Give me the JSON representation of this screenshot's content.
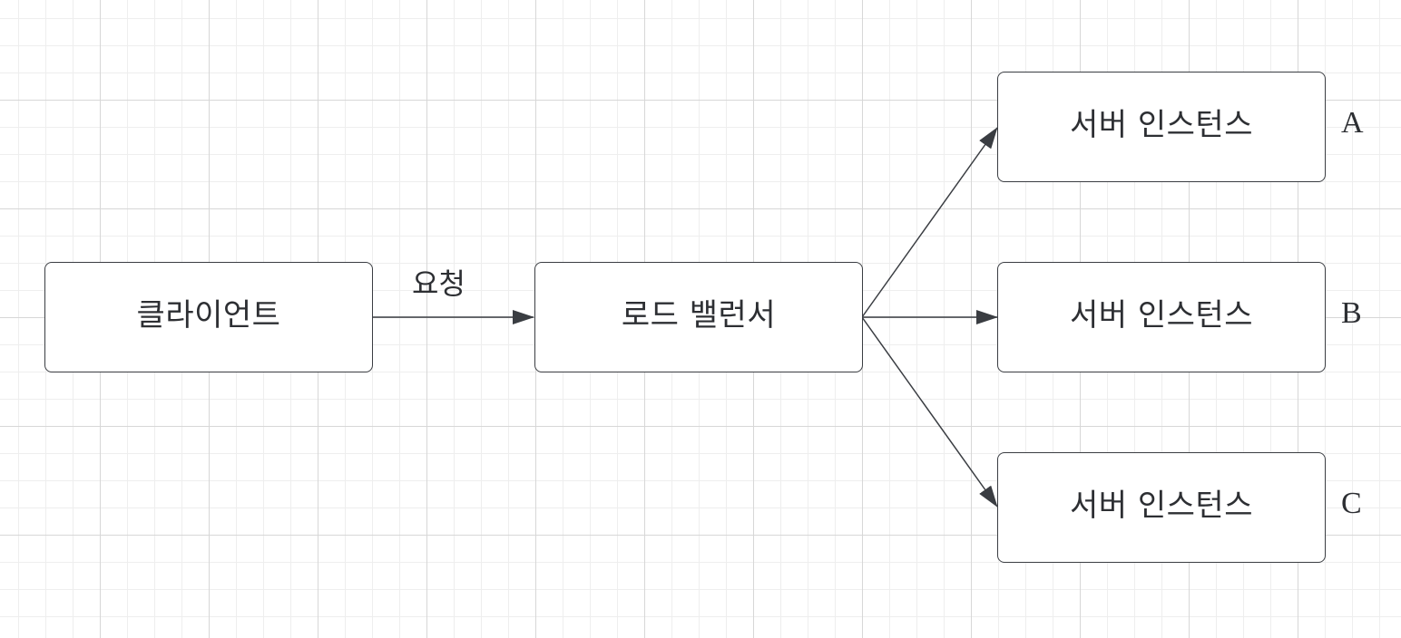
{
  "diagram": {
    "nodes": {
      "client": {
        "label": "클라이언트"
      },
      "load_balancer": {
        "label": "로드 밸런서"
      },
      "server_a": {
        "label": "서버 인스턴스",
        "tag": "A"
      },
      "server_b": {
        "label": "서버 인스턴스",
        "tag": "B"
      },
      "server_c": {
        "label": "서버 인스턴스",
        "tag": "C"
      }
    },
    "edges": {
      "client_to_lb": {
        "label": "요청"
      }
    },
    "colors": {
      "stroke": "#3a3d42",
      "text": "#2d2f33",
      "grid_major": "#d7d7d7",
      "grid_minor": "#eeeeee"
    }
  }
}
